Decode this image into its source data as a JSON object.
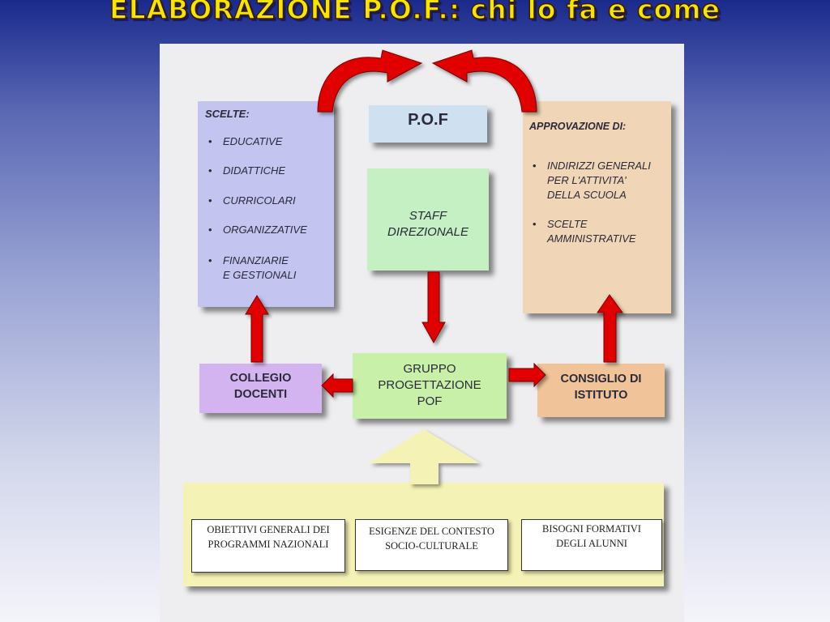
{
  "title": "ELABORAZIONE P.O.F.: chi lo fa e come",
  "scelte": {
    "heading": "SCELTE:",
    "items": [
      "EDUCATIVE",
      "DIDATTICHE",
      "CURRICOLARI",
      "ORGANIZZATIVE",
      "FINANZIARIE\nE GESTIONALI"
    ]
  },
  "pof": {
    "label": "P.O.F"
  },
  "staff": {
    "label": "STAFF\nDIREZIONALE"
  },
  "approvazione": {
    "heading": "APPROVAZIONE  DI:",
    "items": [
      "INDIRIZZI GENERALI\nPER L'ATTIVITA'\nDELLA SCUOLA",
      "SCELTE\n  AMMINISTRATIVE"
    ]
  },
  "collegio": {
    "label": "COLLEGIO\nDOCENTI"
  },
  "gruppo": {
    "label": "GRUPPO\nPROGETTAZIONE\nPOF"
  },
  "consiglio": {
    "label": "CONSIGLIO DI\nISTITUTO"
  },
  "inputs": [
    "OBIETTIVI GENERALI DEI\nPROGRAMMI NAZIONALI",
    "ESIGENZE DEL CONTESTO\nSOCIO-CULTURALE",
    "BISOGNI FORMATIVI\nDEGLI ALUNNI"
  ],
  "colors": {
    "scelte": "#c4c4f0",
    "pof": "#cfe0f0",
    "staff": "#c4f0c4",
    "approvazione": "#f0d6b6",
    "collegio": "#d4b4f0",
    "gruppo": "#c8f0a8",
    "consiglio": "#f0c498",
    "base": "#f4f2b4",
    "arrow": "#e00000"
  }
}
